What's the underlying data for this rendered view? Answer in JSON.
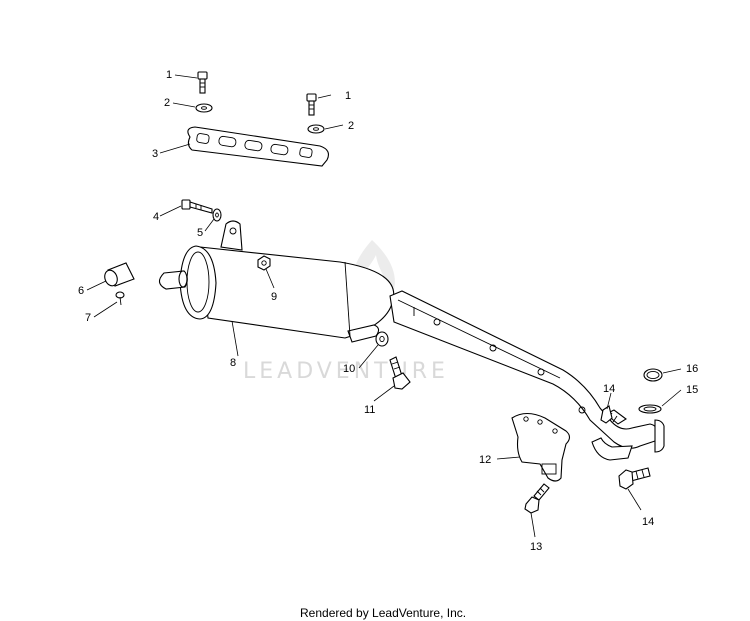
{
  "watermark": {
    "text": "LEADVENTURE"
  },
  "credit": "Rendered by LeadVenture, Inc.",
  "callouts": {
    "c1a": "1",
    "c1b": "1",
    "c2a": "2",
    "c2b": "2",
    "c3": "3",
    "c4": "4",
    "c5": "5",
    "c6": "6",
    "c7": "7",
    "c8": "8",
    "c9": "9",
    "c10": "10",
    "c11": "11",
    "c12": "12",
    "c13": "13",
    "c14a": "14",
    "c14b": "14",
    "c15": "15",
    "c16": "16"
  }
}
